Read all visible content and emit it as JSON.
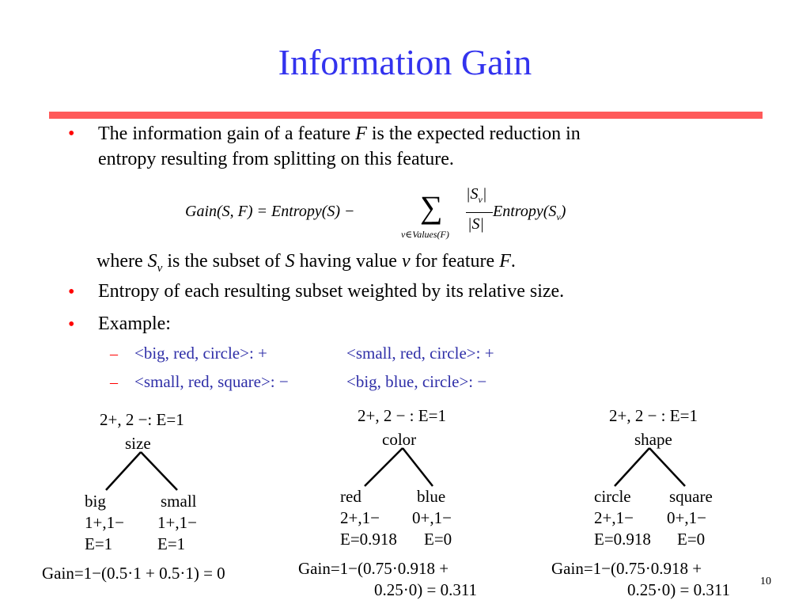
{
  "title": "Information Gain",
  "bullets": [
    {
      "lines": [
        {
          "before": "The information gain of a feature ",
          "italic": "F",
          "after": " is the expected reduction in"
        },
        {
          "before": "entropy resulting from splitting on this feature.",
          "italic": "",
          "after": ""
        }
      ]
    },
    {
      "text": "Entropy of each resulting subset weighted by its relative size."
    },
    {
      "text": "Example:"
    }
  ],
  "formula": {
    "lhs": "Gain(S, F) = Entropy(S) −",
    "sum": "∑",
    "sum_index": "v∈Values(F)",
    "numerator": "|S",
    "numerator_sub": "v",
    "numerator_end": "|",
    "denominator": "|S|",
    "rhs": "Entropy(S",
    "rhs_sub": "v",
    "rhs_end": ")"
  },
  "where_line": {
    "p1": "where ",
    "s": "S",
    "sub": "v",
    "p2": " is the subset of ",
    "s2": "S",
    "p3": " having value ",
    "v": "v",
    "p4": " for feature ",
    "f": "F",
    "p5": "."
  },
  "examples": [
    {
      "dash": "–",
      "left": "<big, red, circle>: +",
      "right": "<small, red, circle>: +"
    },
    {
      "dash": "–",
      "left": "<small, red, square>: −",
      "right": "<big, blue, circle>: −"
    }
  ],
  "trees": [
    {
      "root": "2+, 2 −: E=1",
      "feature": "size",
      "left_label": "big",
      "right_label": "small",
      "left_counts": "1+,1−",
      "right_counts": "1+,1−",
      "left_entropy": "E=1",
      "right_entropy": "E=1",
      "gain_line1": "Gain=1−(0.5·1 + 0.5·1) = 0",
      "gain_line2": ""
    },
    {
      "root": "2+, 2 − : E=1",
      "feature": "color",
      "left_label": "red",
      "right_label": "blue",
      "left_counts": "2+,1−",
      "right_counts": "0+,1−",
      "left_entropy": "E=0.918",
      "right_entropy": "E=0",
      "gain_line1": "Gain=1−(0.75·0.918 +",
      "gain_line2": "0.25·0) = 0.311"
    },
    {
      "root": "2+, 2 − : E=1",
      "feature": "shape",
      "left_label": "circle",
      "right_label": "square",
      "left_counts": "2+,1−",
      "right_counts": "0+,1−",
      "left_entropy": "E=0.918",
      "right_entropy": "E=0",
      "gain_line1": "Gain=1−(0.75·0.918 +",
      "gain_line2": "0.25·0) = 0.311"
    }
  ],
  "bullet_symbol": "•",
  "slide_number": "10",
  "colors": {
    "title": "#3333ee",
    "rule": "#ff5a5a",
    "bullet": "#ff0000",
    "example_text": "#2f2fa8"
  }
}
